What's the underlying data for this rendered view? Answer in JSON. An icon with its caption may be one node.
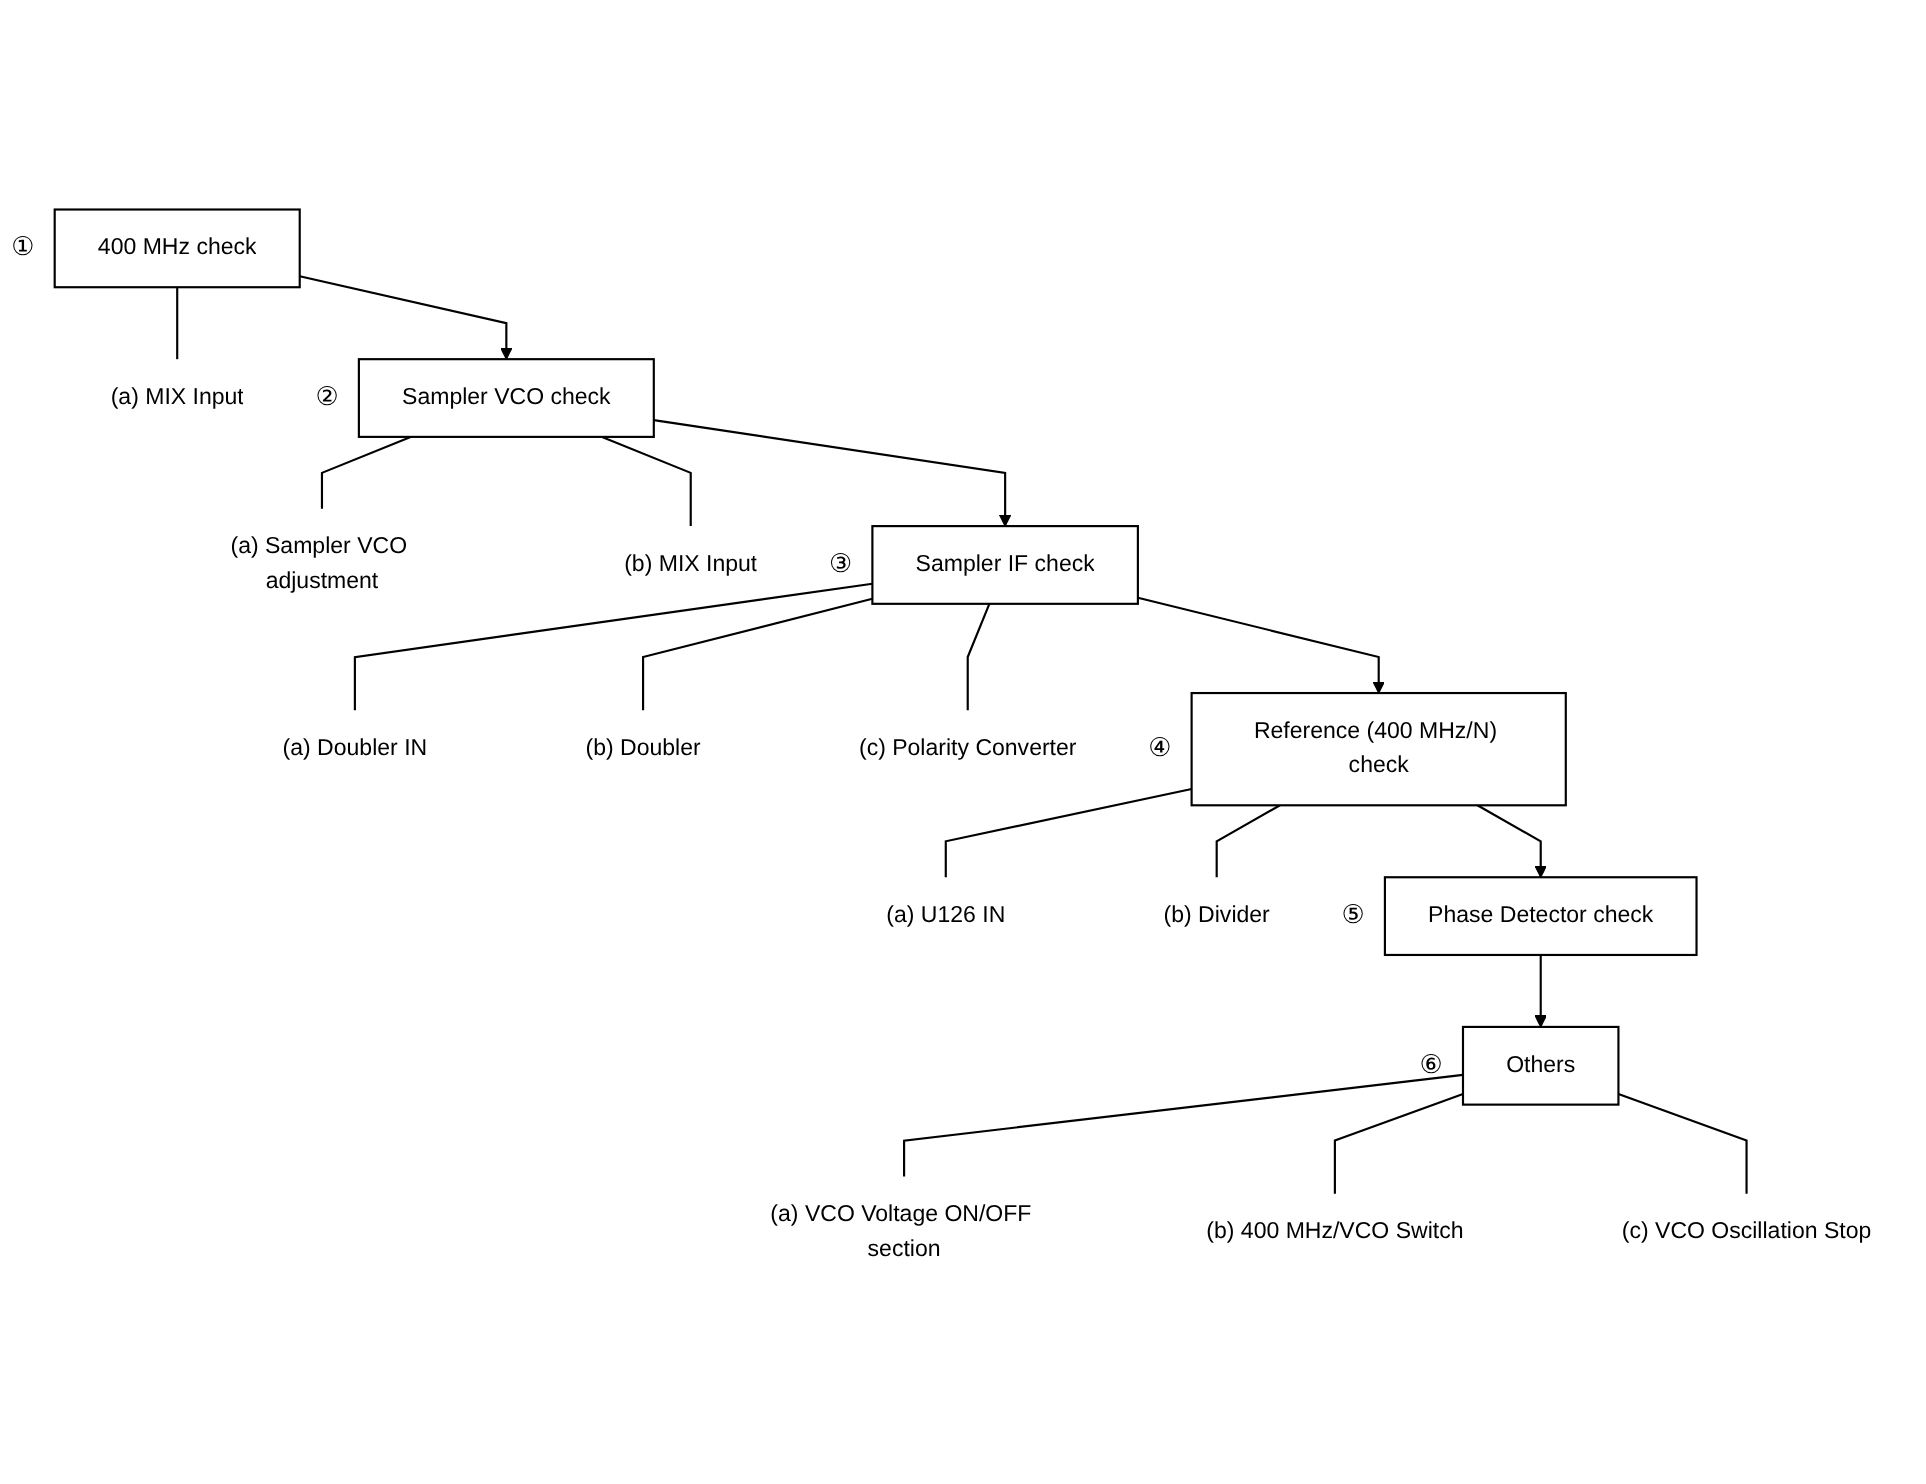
{
  "diagram": {
    "nodes": [
      {
        "text": [
          "400 MHz check"
        ],
        "beside": [
          "①"
        ]
      },
      {
        "text": [
          "(a) MIX Input"
        ]
      },
      {
        "text": [
          "Sampler VCO check"
        ],
        "beside": [
          "②"
        ]
      },
      {
        "text": [
          "(a) Sampler VCO adjustment"
        ]
      },
      {
        "text": [
          "(b) MIX Input"
        ]
      },
      {
        "text": [
          "Sampler IF check"
        ],
        "beside": [
          "③"
        ]
      },
      {
        "text": [
          "(a) Doubler IN"
        ]
      },
      {
        "text": [
          "(b) Doubler"
        ]
      },
      {
        "text": [
          "(c) Polarity Converter"
        ]
      },
      {
        "text": [
          "Reference (400 MHz/N) check"
        ],
        "beside": [
          "④"
        ]
      },
      {
        "text": [
          "(a) U126 IN"
        ]
      },
      {
        "text": [
          "(b) Divider"
        ]
      },
      {
        "text": [
          "Phase Detector check"
        ],
        "beside": [
          "⑤"
        ]
      },
      {
        "text": [
          "Others"
        ],
        "beside": [
          "⑥"
        ]
      },
      {
        "text": [
          "(a) VCO Voltage ON/OFF section"
        ]
      },
      {
        "text": [
          "(b) 400 MHz/VCO Switch"
        ]
      },
      {
        "text": [
          "(c) VCO Oscillation Stop"
        ]
      }
    ],
    "edges": [
      {
        "from": 0,
        "to": 1,
        "arrow": "none"
      },
      {
        "from": 0,
        "to": 2,
        "arrow": "to"
      },
      {
        "from": 2,
        "to": 3,
        "arrow": "none"
      },
      {
        "from": 2,
        "to": 4,
        "arrow": "none"
      },
      {
        "from": 2,
        "to": 5,
        "arrow": "to"
      },
      {
        "from": 5,
        "to": 6,
        "arrow": "none"
      },
      {
        "from": 5,
        "to": 7,
        "arrow": "none"
      },
      {
        "from": 5,
        "to": 8,
        "arrow": "none"
      },
      {
        "from": 5,
        "to": 9,
        "arrow": "to"
      },
      {
        "from": 9,
        "to": 10,
        "arrow": "none"
      },
      {
        "from": 9,
        "to": 11,
        "arrow": "none"
      },
      {
        "from": 9,
        "to": 12,
        "arrow": "to"
      },
      {
        "from": 12,
        "to": 13,
        "arrow": "to"
      },
      {
        "from": 13,
        "to": 14,
        "arrow": "none"
      },
      {
        "from": 13,
        "to": 15,
        "arrow": "none"
      },
      {
        "from": 13,
        "to": 16,
        "arrow": "none"
      }
    ]
  }
}
